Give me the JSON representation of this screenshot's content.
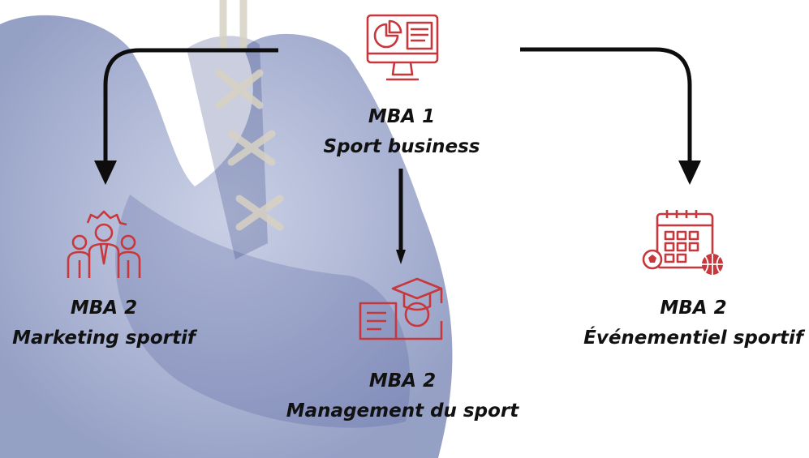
{
  "colors": {
    "icon_red": "#c8373b",
    "arrow": "#0d0d0d",
    "glove_blue": "#5a6faa"
  },
  "nodes": {
    "top": {
      "line1": "MBA 1",
      "line2": "Sport business",
      "icon": "dashboard-monitor-icon"
    },
    "left": {
      "line1": "MBA 2",
      "line2": "Marketing sportif",
      "icon": "team-people-icon"
    },
    "middle": {
      "line1": "MBA 2",
      "line2": "Management du sport",
      "icon": "graduate-book-icon"
    },
    "right": {
      "line1": "MBA 2",
      "line2": "Événementiel sportif",
      "icon": "sport-calendar-icon"
    }
  }
}
